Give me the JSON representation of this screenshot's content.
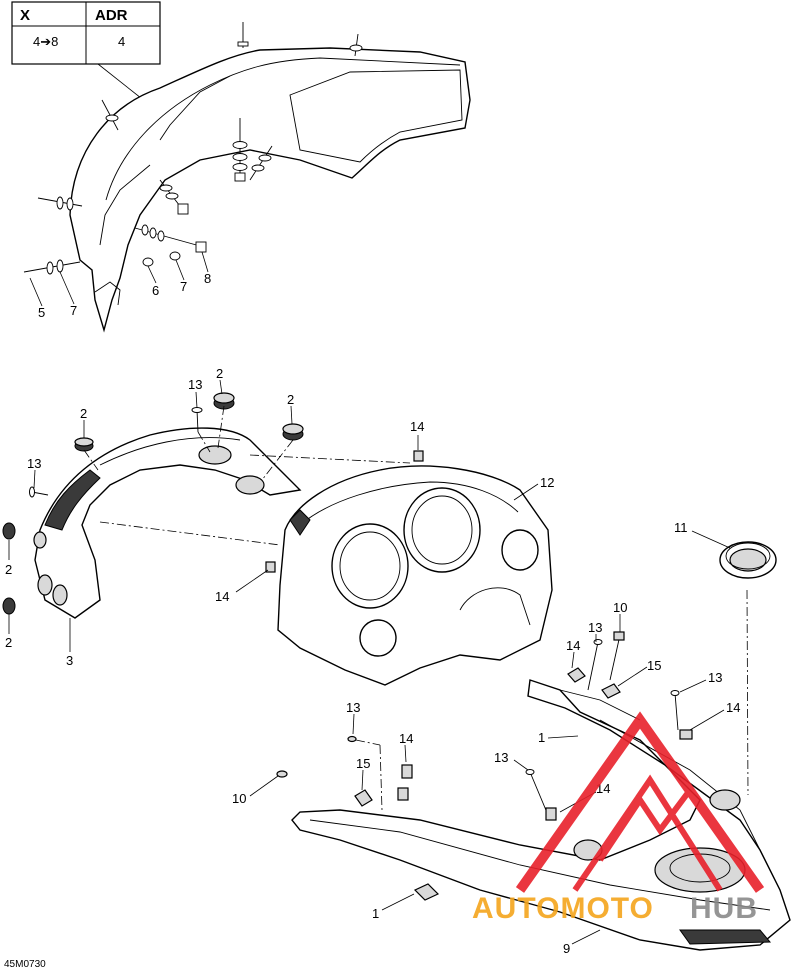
{
  "table": {
    "headers": [
      "X",
      "ADR"
    ],
    "values": [
      "4➔8",
      "4"
    ]
  },
  "callouts": [
    {
      "id": "c5a",
      "label": "5"
    },
    {
      "id": "c7a",
      "label": "7"
    },
    {
      "id": "c6",
      "label": "6"
    },
    {
      "id": "c7b",
      "label": "7"
    },
    {
      "id": "c8",
      "label": "8"
    },
    {
      "id": "c13a",
      "label": "13"
    },
    {
      "id": "c2a",
      "label": "2"
    },
    {
      "id": "c2b",
      "label": "2"
    },
    {
      "id": "c2c",
      "label": "2"
    },
    {
      "id": "c13b",
      "label": "13"
    },
    {
      "id": "c2d",
      "label": "2"
    },
    {
      "id": "c2e",
      "label": "2"
    },
    {
      "id": "c3",
      "label": "3"
    },
    {
      "id": "c14a",
      "label": "14"
    },
    {
      "id": "c12",
      "label": "12"
    },
    {
      "id": "c14b",
      "label": "14"
    },
    {
      "id": "c11",
      "label": "11"
    },
    {
      "id": "c10a",
      "label": "10"
    },
    {
      "id": "c14c",
      "label": "14"
    },
    {
      "id": "c13c",
      "label": "13"
    },
    {
      "id": "c15a",
      "label": "15"
    },
    {
      "id": "c13d",
      "label": "13"
    },
    {
      "id": "c14d",
      "label": "14"
    },
    {
      "id": "c1a",
      "label": "1"
    },
    {
      "id": "c13e",
      "label": "13"
    },
    {
      "id": "c14e",
      "label": "14"
    },
    {
      "id": "c15b",
      "label": "15"
    },
    {
      "id": "c13f",
      "label": "13"
    },
    {
      "id": "c14f",
      "label": "14"
    },
    {
      "id": "c10b",
      "label": "10"
    },
    {
      "id": "c1b",
      "label": "1"
    },
    {
      "id": "c9",
      "label": "9"
    }
  ],
  "drawing_code": "45M0730",
  "watermark": {
    "text_red": "AUTOMOTO",
    "text_gray": "HUB",
    "colors": {
      "red": "#e8212b",
      "gray": "#8a8a8a",
      "orange": "#f4a51c"
    }
  }
}
